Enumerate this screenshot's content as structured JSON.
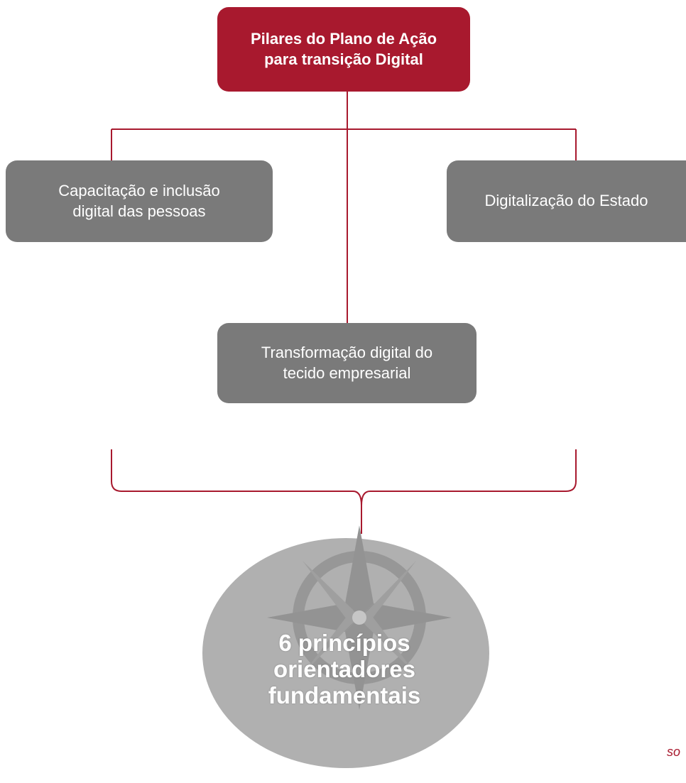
{
  "colors": {
    "accent": "#a8192e",
    "pillar_fill": "#7a7a7a",
    "connector": "#a8192e",
    "ellipse_fill": "#b0b0b0",
    "compass_fill": "#8f8f8f",
    "text_light": "#ffffff"
  },
  "root": {
    "label": "Pilares do Plano de Ação\npara transição Digital"
  },
  "pillars": [
    {
      "label": "Capacitação e inclusão\ndigital das pessoas"
    },
    {
      "label": "Digitalização do Estado"
    },
    {
      "label": "Transformação digital do\ntecido empresarial"
    }
  ],
  "principles": {
    "label": "6 princípios\norientadores\nfundamentais",
    "icon": "compass-rose-icon"
  },
  "source_fragment": "so"
}
